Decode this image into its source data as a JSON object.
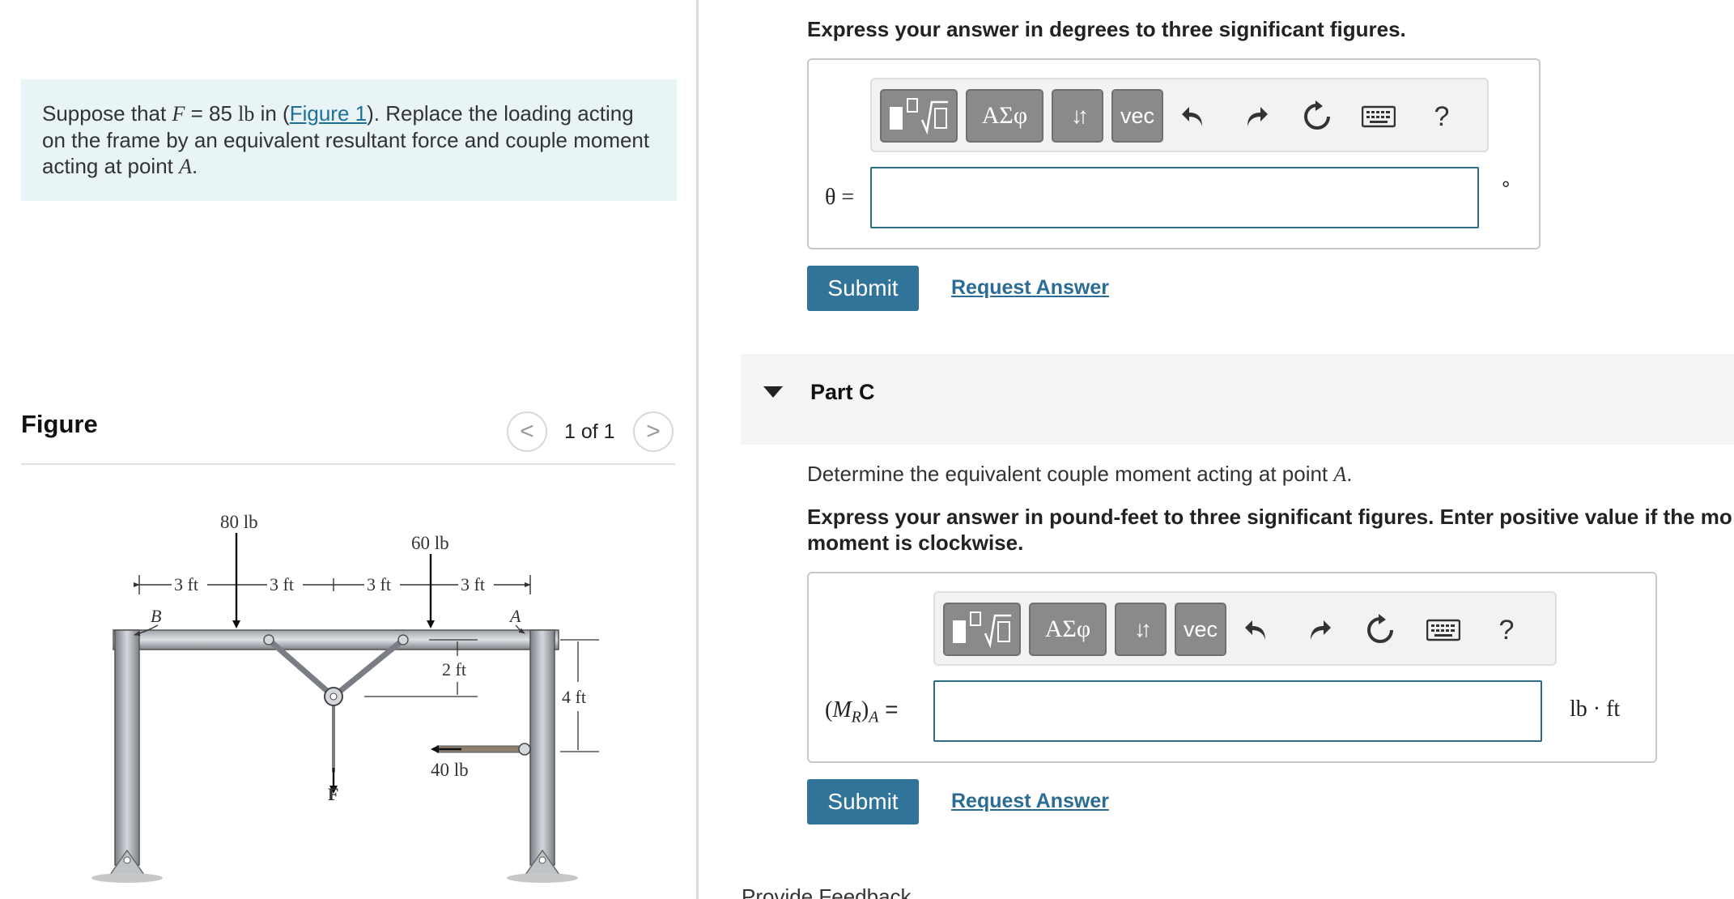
{
  "problem": {
    "text_before": "Suppose that ",
    "var_f": "F",
    "equals": " = 85 ",
    "unit_lb": "lb",
    "text_in": " in (",
    "figure_link": "Figure 1",
    "text_after_link": "). Replace the loading acting on the frame by an equivalent resultant force and couple moment acting at point ",
    "point": "A",
    "period": "."
  },
  "figure_panel": {
    "heading": "Figure",
    "prev_glyph": "<",
    "next_glyph": ">",
    "counter": "1 of 1"
  },
  "figure": {
    "load_80": "80 lb",
    "load_60": "60 lb",
    "load_40": "40 lb",
    "dim_3ft": "3 ft",
    "dim_2ft": "2 ft",
    "dim_4ft": "4 ft",
    "label_b": "B",
    "label_a": "A",
    "label_f": "F"
  },
  "part_b": {
    "instruction": "Express your answer in degrees to three significant figures.",
    "variable_label": "θ =",
    "unit": "°",
    "input_value": "",
    "submit_label": "Submit",
    "request_label": "Request Answer"
  },
  "part_c": {
    "title": "Part C",
    "prompt_text": "Determine the equivalent couple moment acting at point ",
    "prompt_point": "A",
    "prompt_period": ".",
    "instruction_line1": "Express your answer in pound-feet to three significant figures. Enter positive value if the mo",
    "instruction_line2": "moment is clockwise.",
    "var_m": "M",
    "var_r": "R",
    "var_a": "A",
    "equals": " =",
    "unit": "lb · ft",
    "input_value": "",
    "submit_label": "Submit",
    "request_label": "Request Answer"
  },
  "toolbar": {
    "greek_label": "ΑΣφ",
    "arrows_label": "↓↑",
    "vec_label": "vec",
    "help_label": "?"
  },
  "feedback_cut": "Provide Feedback"
}
